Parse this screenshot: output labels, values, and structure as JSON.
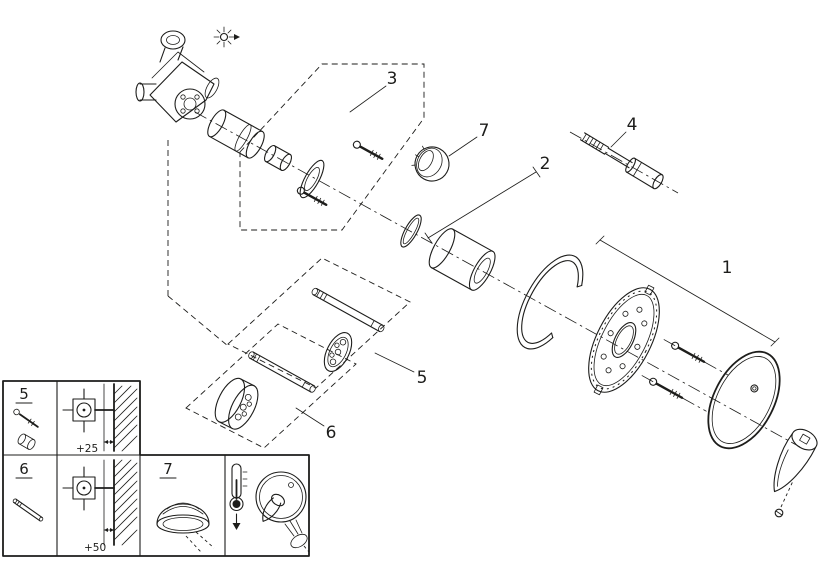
{
  "colors": {
    "ink": "#1d1d1b",
    "paper": "#ffffff"
  },
  "diagram": {
    "type": "exploded-parts-diagram",
    "callouts": {
      "c1": "1",
      "c2": "2",
      "c3": "3",
      "c4": "4",
      "c5": "5",
      "c6": "6",
      "c7": "7"
    },
    "inset": {
      "row5": {
        "label": "5",
        "dimension": "+25"
      },
      "row6": {
        "label": "6",
        "dimension": "+50"
      },
      "cell7": {
        "label": "7"
      }
    },
    "icons": [
      "flush-symbol-icon",
      "thermometer-icon",
      "hand-icon"
    ]
  }
}
